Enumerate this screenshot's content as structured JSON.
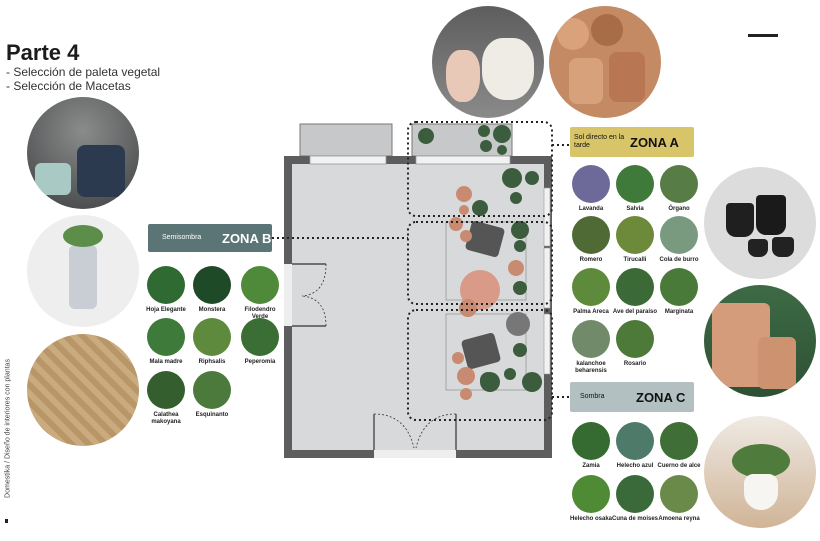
{
  "header": {
    "title": "Parte 4",
    "subtitle_1": "- Selección de paleta vegetal",
    "subtitle_2": "- Selección de Macetas"
  },
  "side_credit": "Domestika / Diseño de interiores con plantas",
  "zones": {
    "a": {
      "small": "Sol directo en la tarde",
      "name": "ZONA A",
      "color": "#d8c56a"
    },
    "b": {
      "small": "Semisombra",
      "name": "ZONA B",
      "color": "#5b7475"
    },
    "c": {
      "small": "Sombra",
      "name": "ZONA C",
      "color": "#b2c0c2"
    }
  },
  "plants_b": [
    "Hoja Elegante",
    "Monstera",
    "Filodendro Verde",
    "Mala madre",
    "Riphsalis",
    "Peperomia",
    "Calathea makoyana",
    "Esquinanto"
  ],
  "plants_a": [
    "Lavanda",
    "Salvia",
    "Órgano",
    "Romero",
    "Tirucalli",
    "Cola de burro",
    "Palma Areca",
    "Ave del paraíso",
    "Marginata",
    "kalanchoe beharensis",
    "Rosario"
  ],
  "plants_c": [
    "Zamia",
    "Helecho azul",
    "Cuerno de alce",
    "Helecho osaka",
    "Cuna de moises",
    "Amoena reyna"
  ],
  "colors": {
    "floor": "#d8d9db",
    "wall": "#5d5d5d",
    "dark_green": "#3c5c3e",
    "terracotta": "#c98a72",
    "furniture": "#555"
  }
}
